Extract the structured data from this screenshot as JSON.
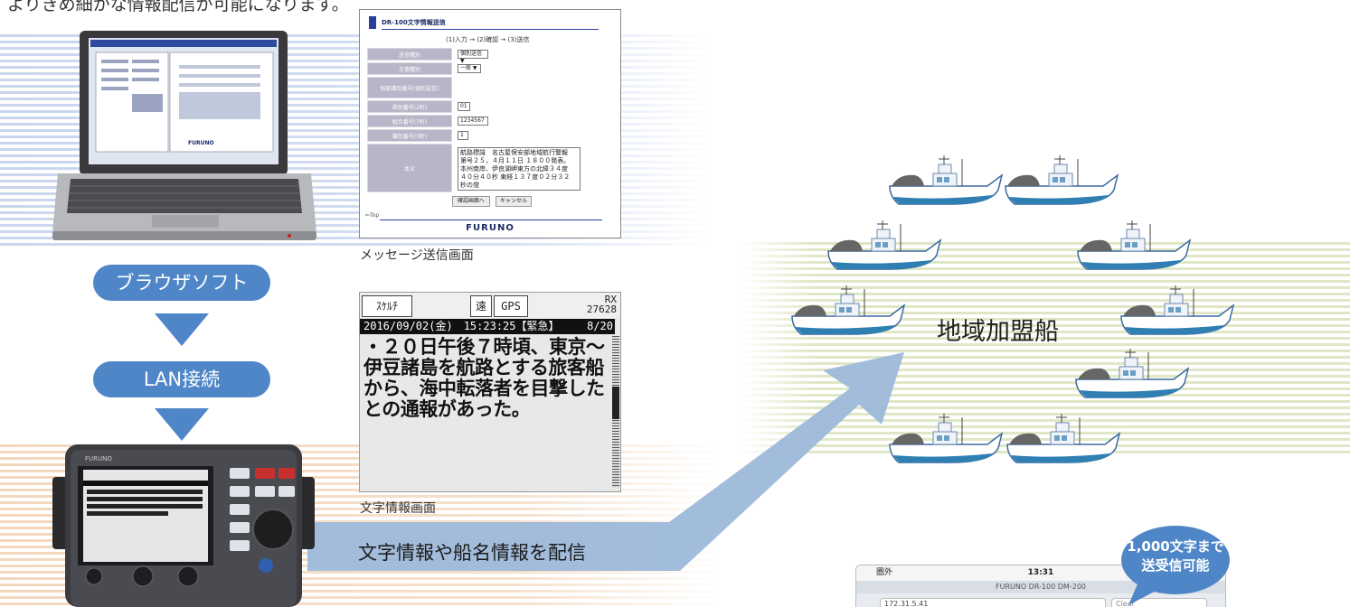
{
  "header_text": "よりきめ細かな情報配信が可能になります。",
  "browser_software_label": "ブラウザソフト",
  "lan_label": "LAN接続",
  "message_screen": {
    "title": "DR-100文字情報送信",
    "steps": "(1)入力 → (2)確認 → (3)送信",
    "fields": [
      {
        "label": "送信種別",
        "value": "個別送信 ▼"
      },
      {
        "label": "文書種別",
        "value": "一般 ▼"
      },
      {
        "label": "船舶識別番号(個別送信)",
        "value": ""
      },
      {
        "label": "県別番号(2桁)",
        "value": "01"
      },
      {
        "label": "組合番号(7桁)",
        "value": "1234567"
      },
      {
        "label": "識別番号(3桁)",
        "value": "1"
      }
    ],
    "body_label": "本文",
    "body_text": "航路標識　名古屋保安部地域航行警報 第号２５，４月１１日 １８００発表。本州南岸、伊良湖岬東方の北緯３４度４０分４０秒 東経１３７度０２分３２秒の燈",
    "buttons": [
      "確認画面へ",
      "キャンセル"
    ],
    "to_top": "⇐Top",
    "brand": "FURUNO"
  },
  "message_screen_caption": "メッセージ送信画面",
  "device_screen": {
    "tab1": "ｽｹﾙﾁ",
    "tab2": "遠",
    "tab3": "GPS",
    "rx_label": "RX",
    "rx_value": "27628",
    "status": "2016/09/02(金)　15:23:25【緊急】",
    "page": "8/20",
    "message": "・２０日午後７時頃、東京～伊豆諸島を航路とする旅客船から、海中転落者を目撃したとの通報があった。"
  },
  "device_screen_caption": "文字情報画面",
  "distribution_label": "文字情報や船名情報を配信",
  "fleet_label": "地域加盟船",
  "bubble_text": "1,000文字まで送受信可能",
  "phone": {
    "carrier": "圏外",
    "time": "13:31",
    "app_title": "FURUNO DR-100 DM-200",
    "field1": "172.31.5.41",
    "field2": "Clear"
  },
  "colors": {
    "pill_blue": "#4f86c8",
    "bubble_blue": "#4f86c8",
    "big_arrow": "#9db8d9"
  }
}
